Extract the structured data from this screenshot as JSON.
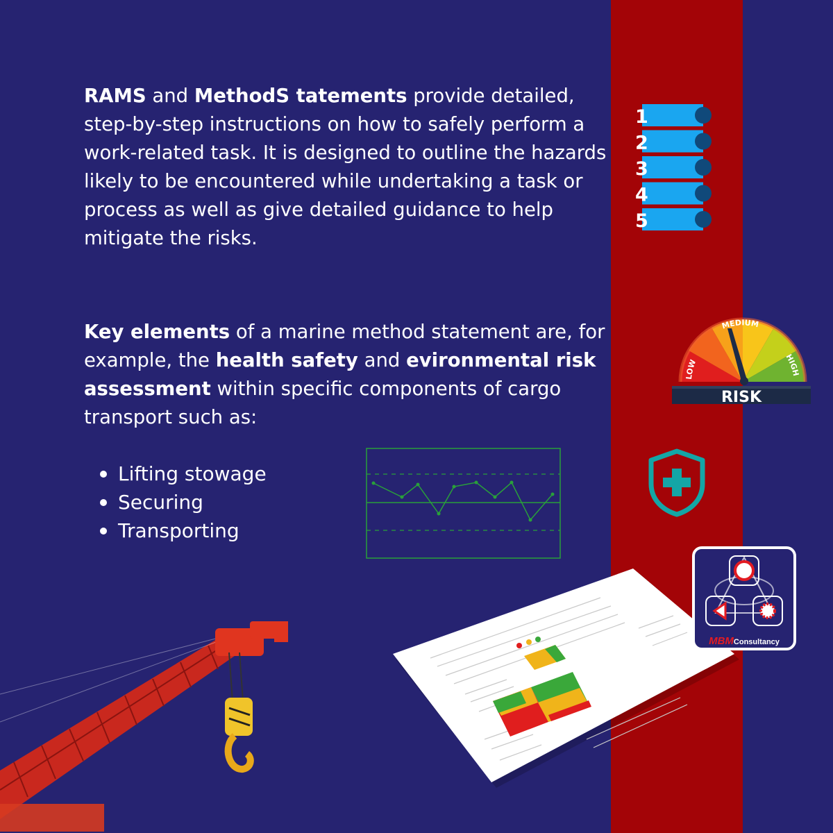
{
  "intro": {
    "strong1": "RAMS",
    "text1": " and ",
    "strong2": "MethodS tatements",
    "text2": " provide detailed, step-by-step instructions on how to safely perform a work-related task. It is designed to outline the hazards likely to be encountered while undertaking a task or process as well as give detailed guidance to help mitigate the risks."
  },
  "key": {
    "strong1": "Key elements",
    "text1": " of a marine method statement are, for example, the ",
    "strong2": "health safety",
    "text2": " and ",
    "strong3": "evironmental risk assessment",
    "text3": " within specific components of cargo transport such as:"
  },
  "bullets": [
    "Lifting stowage",
    "Securing",
    "Transporting"
  ],
  "steps_icon": {
    "numbers": [
      "1",
      "2",
      "3",
      "4",
      "5"
    ]
  },
  "gauge": {
    "label": "RISK",
    "low": "LOW",
    "medium": "MEDIUM",
    "high": "HIGH"
  },
  "logo": {
    "brand": "MBM",
    "suffix": "Consultancy"
  },
  "colors": {
    "background": "#262371",
    "stripe": "#a30407",
    "step_bar": "#1aa6f0",
    "shield": "#14a6a6",
    "chart_line": "#29a03a"
  }
}
